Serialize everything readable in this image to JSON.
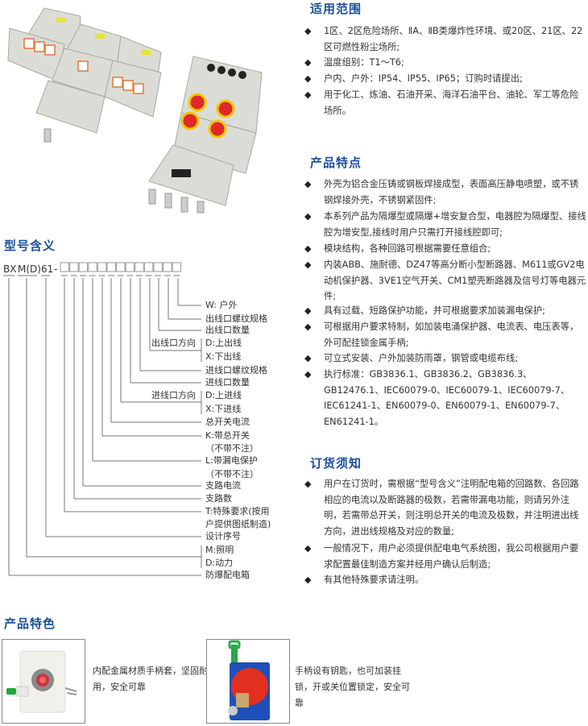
{
  "scope": {
    "title": "适用范围",
    "items": [
      "1区、2区危险场所、ⅡA、ⅡB类爆炸性环境、或20区、21区、22区可燃性粉尘场所;",
      "温度组别：T1～T6;",
      "户内、户外：IP54、IP55、IP65；订购时请提出;",
      "用于化工、炼油、石油开采、海洋石油平台、油轮、军工等危险场所。"
    ]
  },
  "features": {
    "title": "产品特点",
    "items": [
      "外壳为铝合金压铸或钢板焊接成型，表面高压静电喷塑，或不锈钢焊接外壳，不锈钢紧固件;",
      "本系列产品为隔爆型或隔爆+增安复合型，电器腔为隔爆型、接线腔为增安型,接线时用户只需打开接线腔即可;",
      "模块结构，各种回路可根据需要任意组合;",
      "内装ABB、施耐德、DZ47等高分断小型断路器、M611或GV2电动机保护器、3VE1空气开关、CM1塑壳断路器及信号灯等电器元件;",
      "具有过载、短路保护功能，并可根据要求加装漏电保护;",
      "可根据用户要求特制，如加装电涌保护器、电流表、电压表等，外可配挂锁金属手柄;",
      "可立式安装、户外加装防雨罩，钢管或电缆布线;",
      "执行标准：GB3836.1、GB3836.2、GB3836.3、GB12476.1、IEC60079-0、IEC60079-1、IEC60079-7、IEC61241-1、EN60079-0、EN60079-1、EN60079-7、EN61241-1。"
    ]
  },
  "ordering": {
    "title": "订货须知",
    "items": [
      "用户在订货时，需根据“型号含义”注明配电箱的回路数、各回路相应的电流以及断路器的极数，若需带漏电功能，则请另外注明，若需带总开关，则注明总开关的电流及极数，并注明进出线方向，进出线规格及对应的数量;",
      "一般情况下，用户必须提供配电电气系统图，我公司根据用户要求配置最佳制造方案并经用户确认后制造;",
      "有其他特殊要求请注明。"
    ]
  },
  "model": {
    "title": "型号含义",
    "code": {
      "bx": "BX",
      "md": "M(D)",
      "n": "61",
      "dash": "-"
    },
    "labels": {
      "w": "W:  户外",
      "out_thread": "出线口螺纹规格",
      "out_qty": "出线口数量",
      "out_dir": "出线口方向",
      "out_d": "D:上出线",
      "out_x": "X:下出线",
      "in_thread": "进线口螺纹规格",
      "in_qty": "进线口数量",
      "in_dir": "进线口方向",
      "in_d": "D:上进线",
      "in_x": "X:下进线",
      "main_current": "总开关电流",
      "k1": "K:带总开关",
      "k2": "（不带不注）",
      "l1": "L:带漏电保护",
      "l2": "（不带不注）",
      "branch_current": "支路电流",
      "branch_count": "支路数",
      "t1": "T:特殊要求(按用",
      "t2": "户提供图纸制造)",
      "design_no": "设计序号",
      "m": "M:照明",
      "d": "D:动力",
      "box": "防爆配电箱"
    }
  },
  "specialty": {
    "title": "产品特色",
    "cards": [
      {
        "text": "内配金属材质手柄套，坚固耐用，安全可靠"
      },
      {
        "text": "手柄设有钥匙，也可加装挂锁，开或关位置锁定，安全可靠"
      }
    ]
  },
  "colors": {
    "heading": "#1b4f9c",
    "text": "#333333"
  }
}
